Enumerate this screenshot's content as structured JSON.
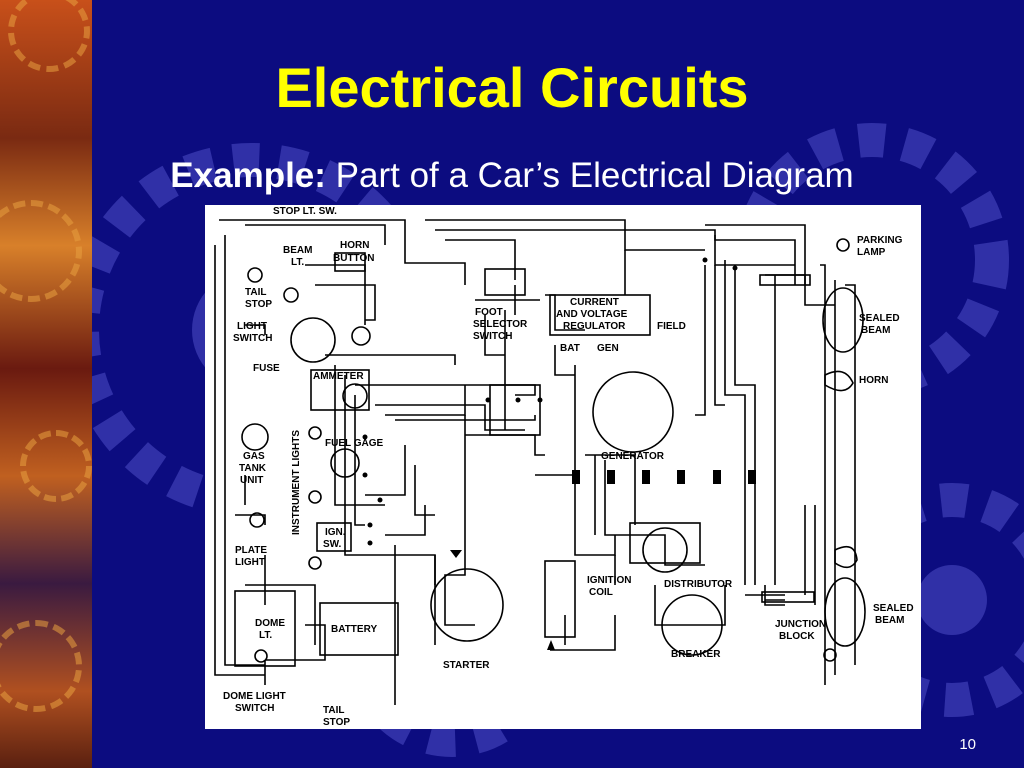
{
  "slide": {
    "title": "Electrical Circuits",
    "subtitle_bold": "Example:",
    "subtitle_rest": "Part of a Car’s Electrical Diagram",
    "page_number": "10",
    "colors": {
      "background": "#0c0c80",
      "title": "#ffff00",
      "text": "#ffffff",
      "gear": "#3a3ab0"
    }
  },
  "diagram": {
    "labels": {
      "stop_lt_sw": "STOP LT. SW.",
      "beam": "BEAM",
      "lt": "LT.",
      "horn": "HORN",
      "button": "BUTTON",
      "tail": "TAIL",
      "stop": "STOP",
      "light": "LIGHT",
      "switch": "SWITCH",
      "fuse": "FUSE",
      "ammeter": "AMMETER",
      "gas": "GAS",
      "tank": "TANK",
      "unit": "UNIT",
      "fuel_gage": "FUEL GAGE",
      "instrument_lights": "INSTRUMENT LIGHTS",
      "ign": "IGN.",
      "sw": "SW.",
      "plate": "PLATE",
      "foot": "FOOT",
      "selector": "SELECTOR",
      "current": "CURRENT",
      "and_voltage": "AND VOLTAGE",
      "regulator": "REGULATOR",
      "field": "FIELD",
      "bat": "BAT",
      "gen": "GEN",
      "generator": "GENERATOR",
      "parking": "PARKING",
      "lamp": "LAMP",
      "sealed": "SEALED",
      "beam_upper": "BEAM",
      "horn_right": "HORN",
      "dome": "DOME",
      "battery": "BATTERY",
      "starter": "STARTER",
      "ignition": "IGNITION",
      "coil": "COIL",
      "distributor": "DISTRIBUTOR",
      "breaker": "BREAKER",
      "junction": "JUNCTION",
      "block": "BLOCK",
      "dome_light": "DOME LIGHT"
    }
  }
}
